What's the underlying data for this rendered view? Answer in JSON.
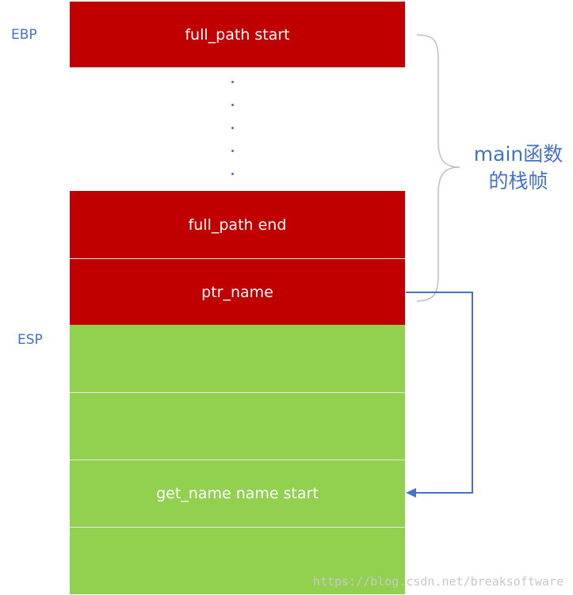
{
  "registers": {
    "ebp": "EBP",
    "esp": "ESP"
  },
  "stack": {
    "full_path_start": "full_path start",
    "full_path_end": "full_path end",
    "ptr_name": "ptr_name",
    "get_name_start": "get_name name start",
    "ellipsis_dots": 5
  },
  "brace_label": {
    "line1": "main函数",
    "line2": "的栈帧"
  },
  "watermark": "https://blog.csdn.net/breaksoftware",
  "colors": {
    "main_frame": "#c00000",
    "callee_frame": "#92d050",
    "annotation": "#4472c4",
    "brace": "#bfbfbf"
  }
}
